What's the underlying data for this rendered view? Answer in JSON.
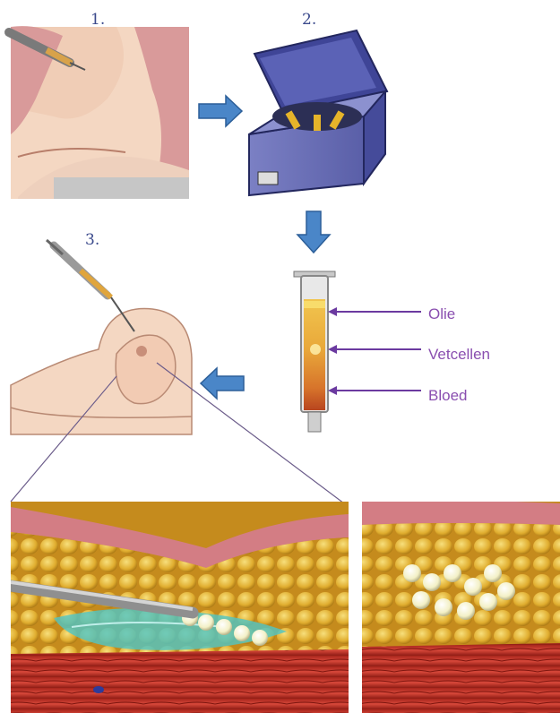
{
  "steps": {
    "step1": "1.",
    "step2": "2.",
    "step3": "3."
  },
  "syringe_labels": {
    "oil": "Olie",
    "fat_cells": "Vetcellen",
    "blood": "Bloed"
  },
  "colors": {
    "arrow_blue": "#4a86c8",
    "label_purple": "#8a4fb0",
    "step_number": "#3b4a8c",
    "fat_yellow": "#e3b43a",
    "muscle_red": "#c0392b"
  }
}
